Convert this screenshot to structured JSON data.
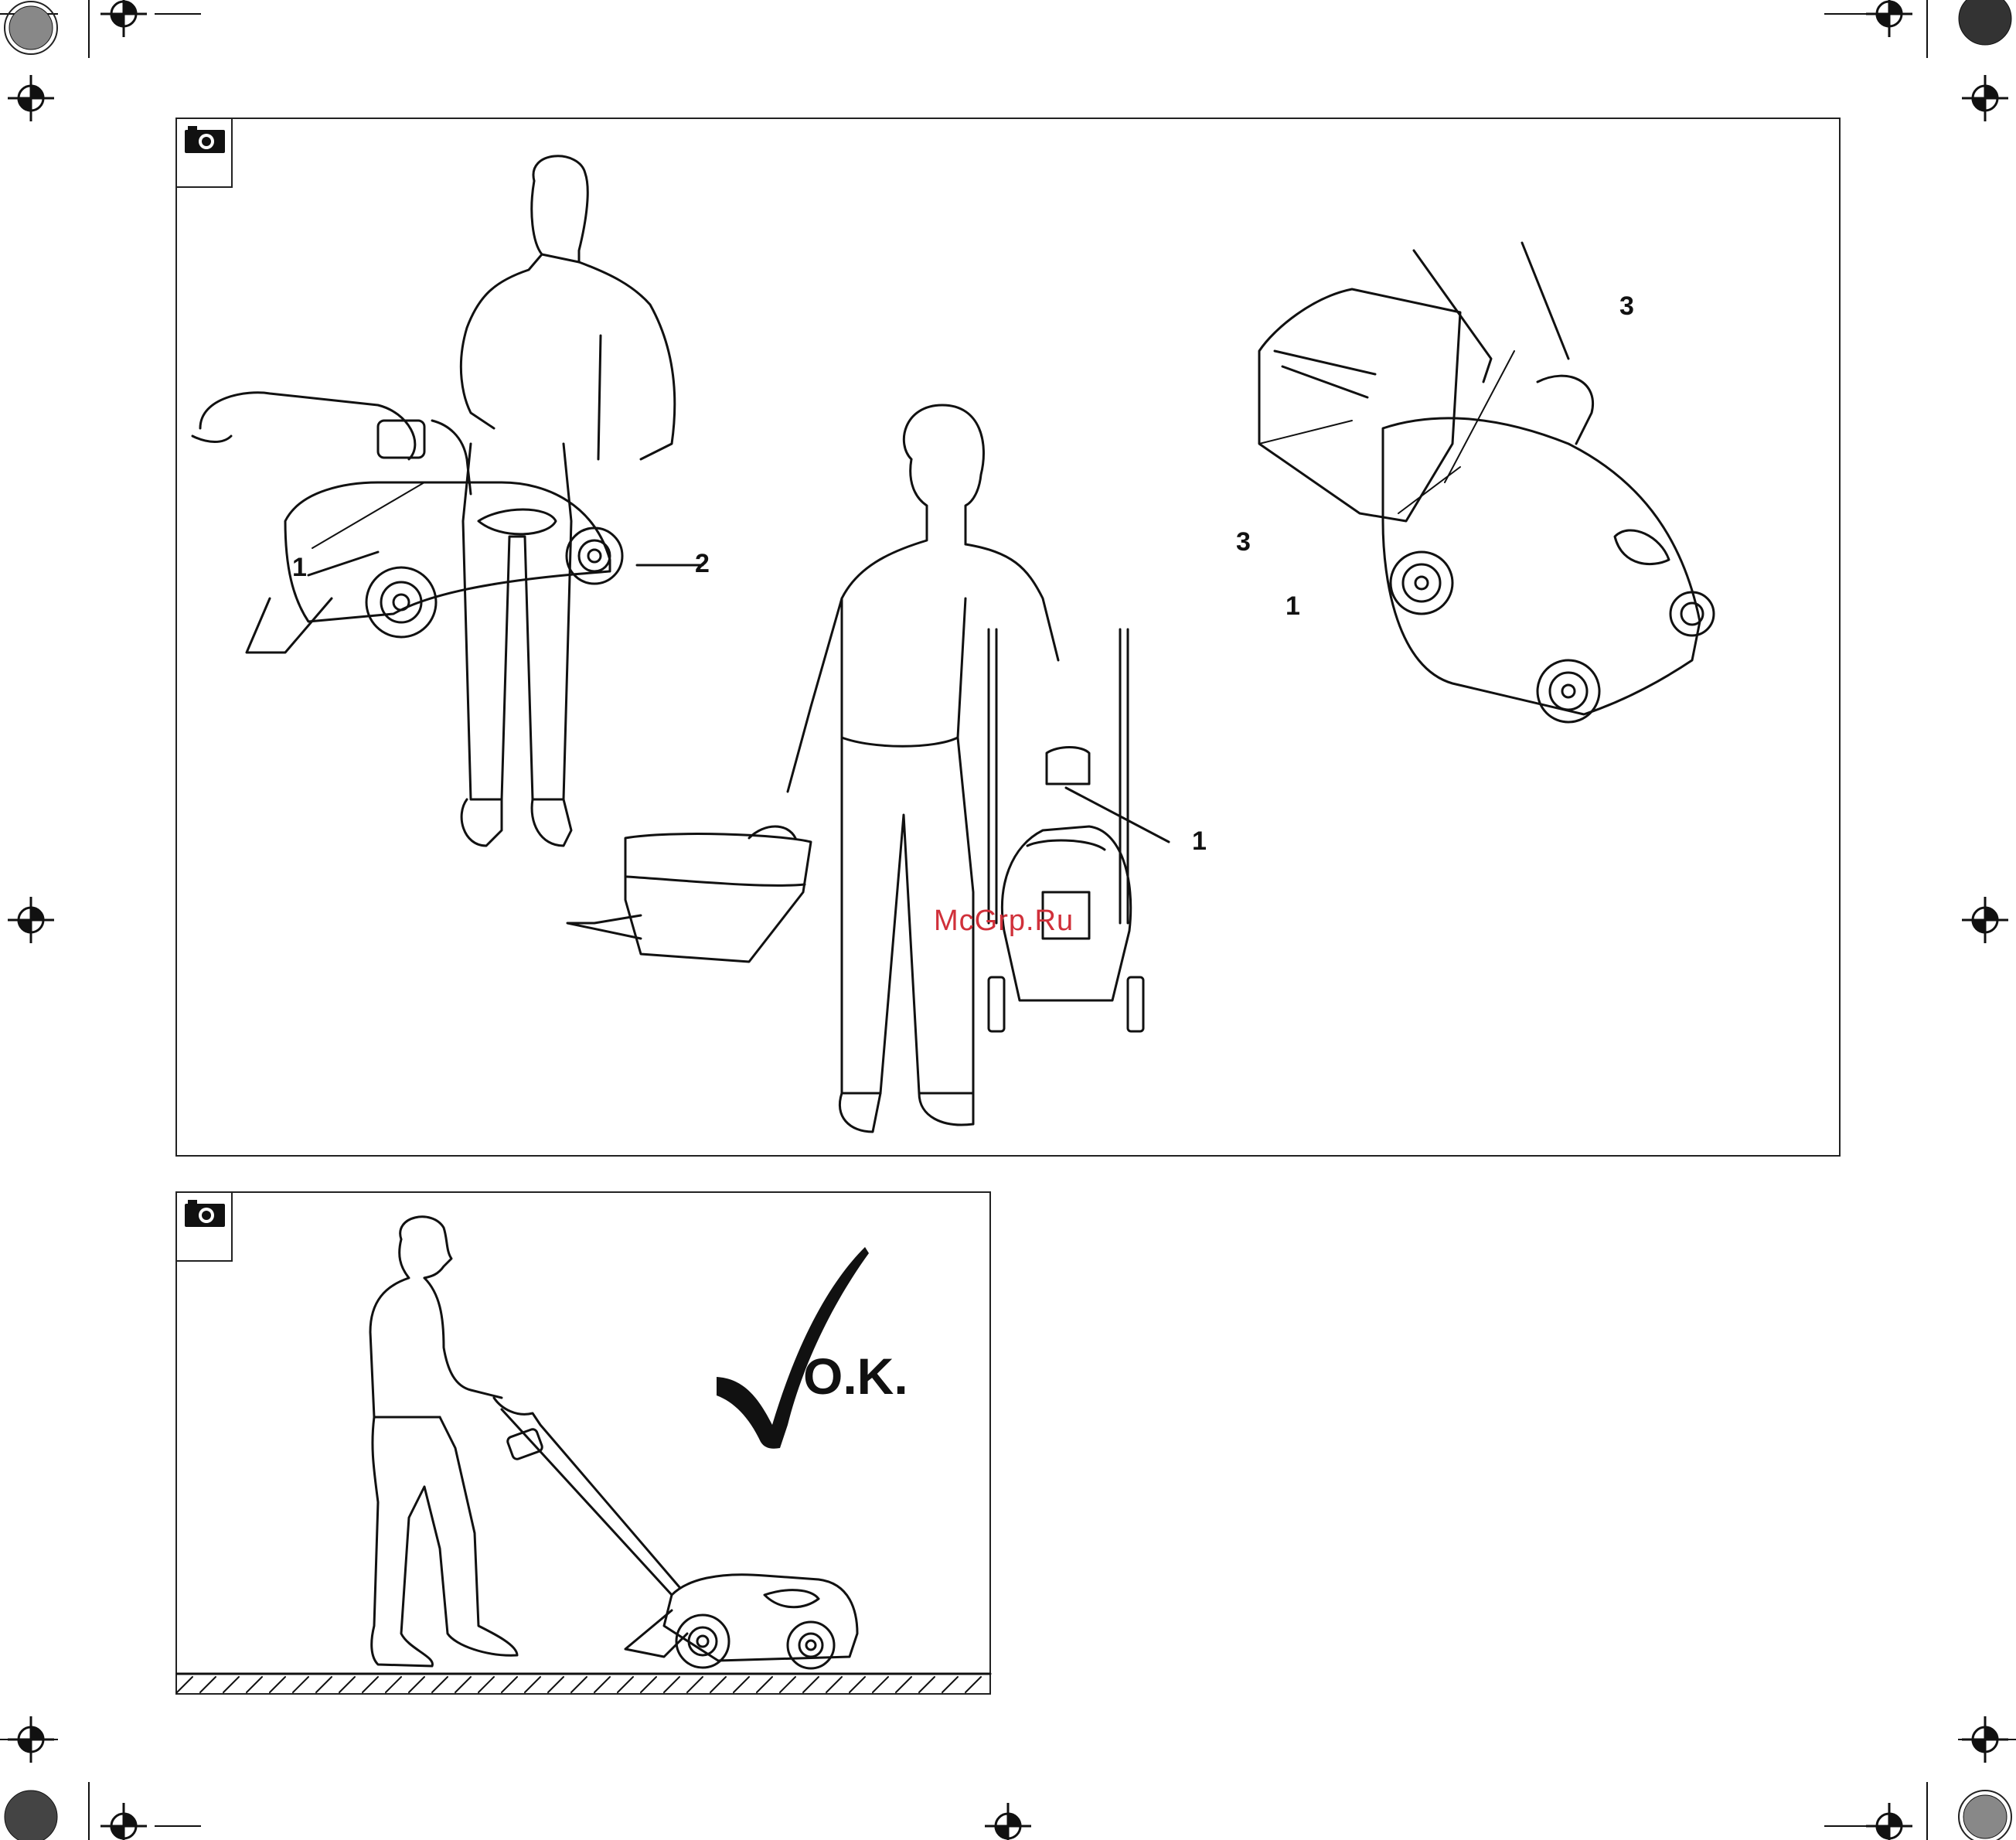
{
  "figure_1": {
    "camera_icon": "camera-icon",
    "callouts": {
      "carry_handle_left": "1",
      "carry_wheel": "2",
      "front_handle": "1",
      "right_lever_top": "3",
      "right_lever_left": "3",
      "right_handle": "1"
    }
  },
  "figure_2": {
    "camera_icon": "camera-icon",
    "ok_label": "O.K."
  },
  "watermark": "McGrp.Ru"
}
